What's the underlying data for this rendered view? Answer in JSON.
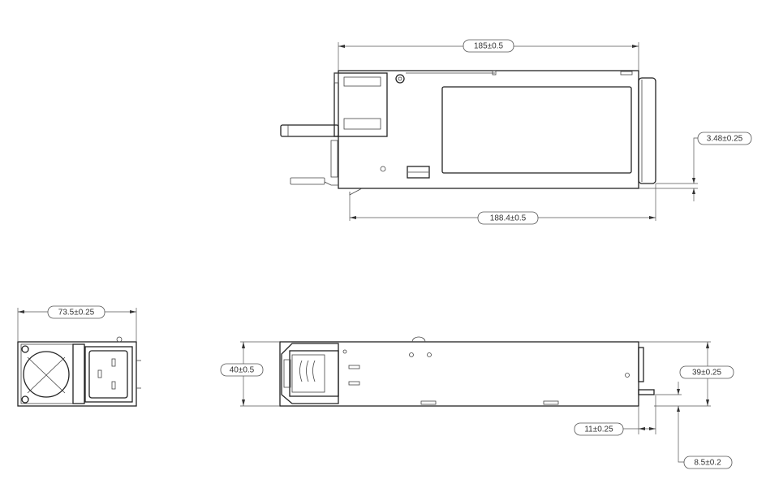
{
  "drawing": {
    "views": [
      "top-view",
      "front-view",
      "side-view"
    ],
    "line_color": "#222222",
    "background": "#ffffff"
  },
  "dimensions": {
    "top_length": "185±0.5",
    "overall_length": "188.4±0.5",
    "bezel_offset": "3.48±0.25",
    "front_width": "73.5±0.25",
    "side_height": "40±0.5",
    "body_height": "39±0.25",
    "pin_length": "11±0.25",
    "pin_offset": "8.5±0.2"
  }
}
